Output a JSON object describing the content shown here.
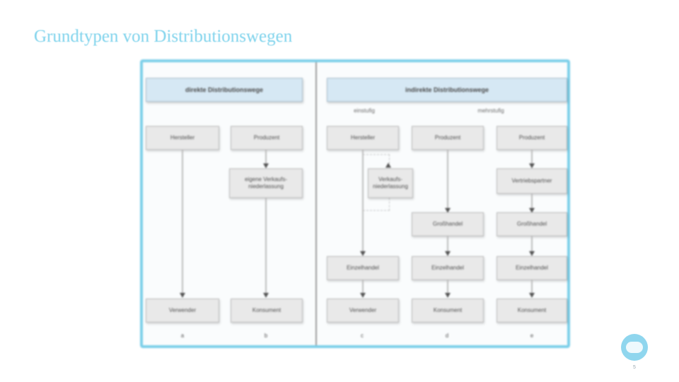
{
  "slide": {
    "title": "Grundtypen von Distributionswegen",
    "page_number": "5"
  },
  "diagram": {
    "left_header": "direkte Distributionswege",
    "right_header": "indirekte Distributionswege",
    "sublabels": [
      "einstufig",
      "mehrstufig"
    ],
    "columns": [
      {
        "letter": "a",
        "top": "Hersteller",
        "mid": "",
        "bottom": "Verwender"
      },
      {
        "letter": "b",
        "top": "Produzent",
        "mid": "eigene Verkaufs-niederlassung",
        "bottom": "Konsument"
      },
      {
        "letter": "c",
        "top": "Hersteller",
        "note": "Verkaufs-niederlassung",
        "mid": "Einzelhandel",
        "bottom": "Verwender"
      },
      {
        "letter": "d",
        "top": "Produzent",
        "mid1": "Großhandel",
        "mid2": "Einzelhandel",
        "bottom": "Konsument"
      },
      {
        "letter": "e",
        "top": "Produzent",
        "mid0": "Vertriebspartner",
        "mid1": "Großhandel",
        "mid2": "Einzelhandel",
        "bottom": "Konsument"
      }
    ]
  },
  "colors": {
    "title": "#7fd3ec",
    "frame": "#7ccfe9",
    "header_fill": "#d6e8f4",
    "box_fill": "#e9e9e9"
  },
  "icons": {
    "badge": "logo-badge-icon"
  }
}
